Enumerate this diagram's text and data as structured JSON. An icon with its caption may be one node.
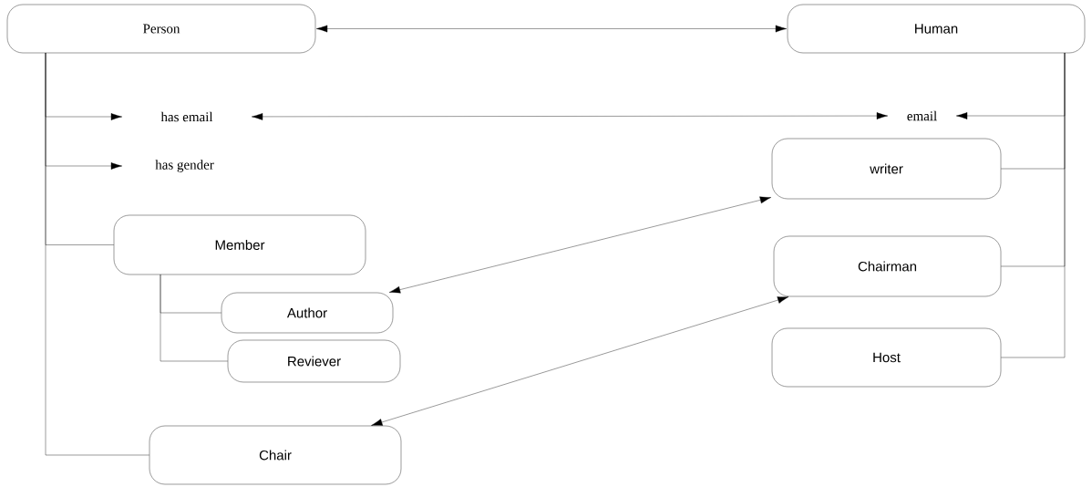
{
  "diagram": {
    "nodes": [
      {
        "text": [
          "Person"
        ]
      },
      {
        "text": [
          "Human"
        ]
      },
      {
        "text": [
          "has email"
        ]
      },
      {
        "text": [
          "has gender"
        ]
      },
      {
        "text": [
          "email"
        ]
      },
      {
        "text": [
          "writer"
        ]
      },
      {
        "text": [
          "Member"
        ]
      },
      {
        "text": [
          "Author"
        ]
      },
      {
        "text": [
          "Reviever"
        ]
      },
      {
        "text": [
          "Chairman"
        ]
      },
      {
        "text": [
          "Host"
        ]
      },
      {
        "text": [
          "Chair"
        ]
      }
    ],
    "edges": [
      {
        "from": 0,
        "to": 1,
        "arrow": "both"
      },
      {
        "from": 0,
        "to": 2,
        "arrow": "to"
      },
      {
        "from": 0,
        "to": 3,
        "arrow": "to"
      },
      {
        "from": 0,
        "to": 6,
        "arrow": "none"
      },
      {
        "from": 6,
        "to": 7,
        "arrow": "none"
      },
      {
        "from": 6,
        "to": 8,
        "arrow": "none"
      },
      {
        "from": 0,
        "to": 11,
        "arrow": "none"
      },
      {
        "from": 2,
        "to": 4,
        "arrow": "both"
      },
      {
        "from": 1,
        "to": 4,
        "arrow": "to"
      },
      {
        "from": 1,
        "to": 5,
        "arrow": "none"
      },
      {
        "from": 1,
        "to": 9,
        "arrow": "none"
      },
      {
        "from": 1,
        "to": 10,
        "arrow": "none"
      },
      {
        "from": 7,
        "to": 5,
        "arrow": "both"
      },
      {
        "from": 11,
        "to": 9,
        "arrow": "both"
      }
    ]
  }
}
